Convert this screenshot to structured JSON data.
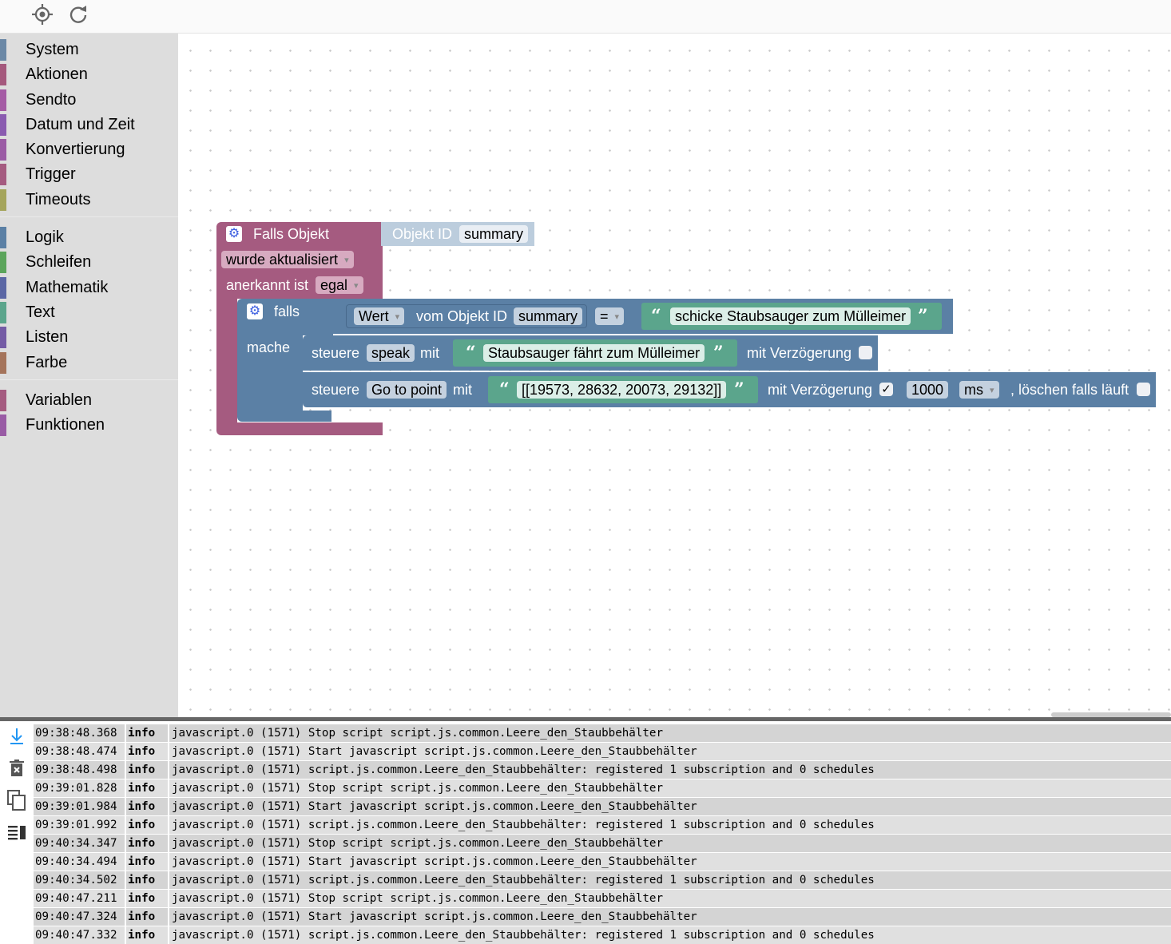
{
  "toolbar": {
    "locate_icon": "target-icon",
    "refresh_icon": "refresh-icon"
  },
  "sidebar": {
    "groups": [
      [
        {
          "label": "System",
          "color": "#6b88a6"
        },
        {
          "label": "Aktionen",
          "color": "#a5597d"
        },
        {
          "label": "Sendto",
          "color": "#a55ba5"
        },
        {
          "label": "Datum und Zeit",
          "color": "#8a5bb0"
        },
        {
          "label": "Konvertierung",
          "color": "#9b5ba5"
        },
        {
          "label": "Trigger",
          "color": "#a55b80"
        },
        {
          "label": "Timeouts",
          "color": "#a5a55b"
        }
      ],
      [
        {
          "label": "Logik",
          "color": "#5b80a5"
        },
        {
          "label": "Schleifen",
          "color": "#5ba55b"
        },
        {
          "label": "Mathematik",
          "color": "#5b67a5"
        },
        {
          "label": "Text",
          "color": "#5ba58c"
        },
        {
          "label": "Listen",
          "color": "#745ba5"
        },
        {
          "label": "Farbe",
          "color": "#a5745b"
        }
      ],
      [
        {
          "label": "Variablen",
          "color": "#a55b80"
        },
        {
          "label": "Funktionen",
          "color": "#995ba5"
        }
      ]
    ]
  },
  "blocks": {
    "trigger": {
      "title": "Falls Objekt",
      "event": "wurde aktualisiert",
      "ack_label": "anerkannt ist",
      "ack_value": "egal",
      "objid_label": "Objekt ID",
      "objid_value": "summary",
      "color": "#a55b80"
    },
    "if_block": {
      "falls": "falls",
      "mache": "mache",
      "value_field": "Wert",
      "vom_label": "vom Objekt ID",
      "vom_value": "summary",
      "op": "=",
      "compare_text": "schicke Staubsauger zum Mülleimer",
      "color": "#5b80a5"
    },
    "control1": {
      "steuere": "steuere",
      "target": "speak",
      "mit": "mit",
      "text": "Staubsauger fährt zum Mülleimer",
      "delay_label": "mit Verzögerung"
    },
    "control2": {
      "steuere": "steuere",
      "target": "Go to point",
      "mit": "mit",
      "text": "[[19573, 28632, 20073, 29132]]",
      "delay_label": "mit Verzögerung",
      "check": "✓",
      "delay_value": "1000",
      "unit": "ms",
      "clear_label": ", löschen falls läuft"
    },
    "text_color": "#5ba58c"
  },
  "log": {
    "tools": [
      "download-icon",
      "clear-icon",
      "copy-icon",
      "wrap-icon"
    ],
    "rows": [
      {
        "time": "09:38:48.368",
        "level": "info",
        "msg": "javascript.0 (1571) Stop script script.js.common.Leere_den_Staubbehälter"
      },
      {
        "time": "09:38:48.474",
        "level": "info",
        "msg": "javascript.0 (1571) Start javascript script.js.common.Leere_den_Staubbehälter"
      },
      {
        "time": "09:38:48.498",
        "level": "info",
        "msg": "javascript.0 (1571) script.js.common.Leere_den_Staubbehälter: registered 1 subscription and 0 schedules"
      },
      {
        "time": "09:39:01.828",
        "level": "info",
        "msg": "javascript.0 (1571) Stop script script.js.common.Leere_den_Staubbehälter"
      },
      {
        "time": "09:39:01.984",
        "level": "info",
        "msg": "javascript.0 (1571) Start javascript script.js.common.Leere_den_Staubbehälter"
      },
      {
        "time": "09:39:01.992",
        "level": "info",
        "msg": "javascript.0 (1571) script.js.common.Leere_den_Staubbehälter: registered 1 subscription and 0 schedules"
      },
      {
        "time": "09:40:34.347",
        "level": "info",
        "msg": "javascript.0 (1571) Stop script script.js.common.Leere_den_Staubbehälter"
      },
      {
        "time": "09:40:34.494",
        "level": "info",
        "msg": "javascript.0 (1571) Start javascript script.js.common.Leere_den_Staubbehälter"
      },
      {
        "time": "09:40:34.502",
        "level": "info",
        "msg": "javascript.0 (1571) script.js.common.Leere_den_Staubbehälter: registered 1 subscription and 0 schedules"
      },
      {
        "time": "09:40:47.211",
        "level": "info",
        "msg": "javascript.0 (1571) Stop script script.js.common.Leere_den_Staubbehälter"
      },
      {
        "time": "09:40:47.324",
        "level": "info",
        "msg": "javascript.0 (1571) Start javascript script.js.common.Leere_den_Staubbehälter"
      },
      {
        "time": "09:40:47.332",
        "level": "info",
        "msg": "javascript.0 (1571) script.js.common.Leere_den_Staubbehälter: registered 1 subscription and 0 schedules"
      }
    ]
  }
}
